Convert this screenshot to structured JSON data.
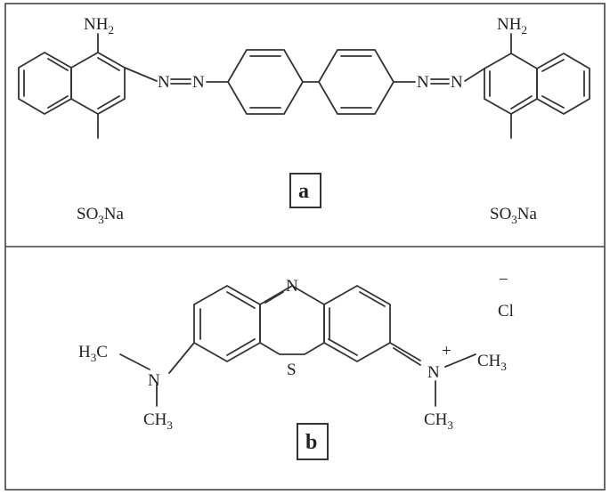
{
  "panels": {
    "a": {
      "label": "a",
      "left_amine": {
        "text": "NH",
        "sub": "2"
      },
      "right_amine": {
        "text": "NH",
        "sub": "2"
      },
      "azo_left": {
        "n1": "N",
        "n2": "N"
      },
      "azo_right": {
        "n1": "N",
        "n2": "N"
      },
      "left_sulfonate": {
        "a": "SO",
        "sub": "3",
        "b": "Na"
      },
      "right_sulfonate": {
        "a": "SO",
        "sub": "3",
        "b": "Na"
      }
    },
    "b": {
      "label": "b",
      "ring_n": "N",
      "ring_s": "S",
      "counter_ion": {
        "charge": "−",
        "text": "Cl"
      },
      "left_nitrogen": "N",
      "left_methyl_top": {
        "a": "H",
        "sub": "3",
        "b": "C"
      },
      "left_methyl_bottom": {
        "a": "CH",
        "sub": "3"
      },
      "right_nitrogen": "N",
      "right_charge": "+",
      "right_methyl_top": {
        "a": "CH",
        "sub": "3"
      },
      "right_methyl_bottom": {
        "a": "CH",
        "sub": "3"
      }
    }
  }
}
